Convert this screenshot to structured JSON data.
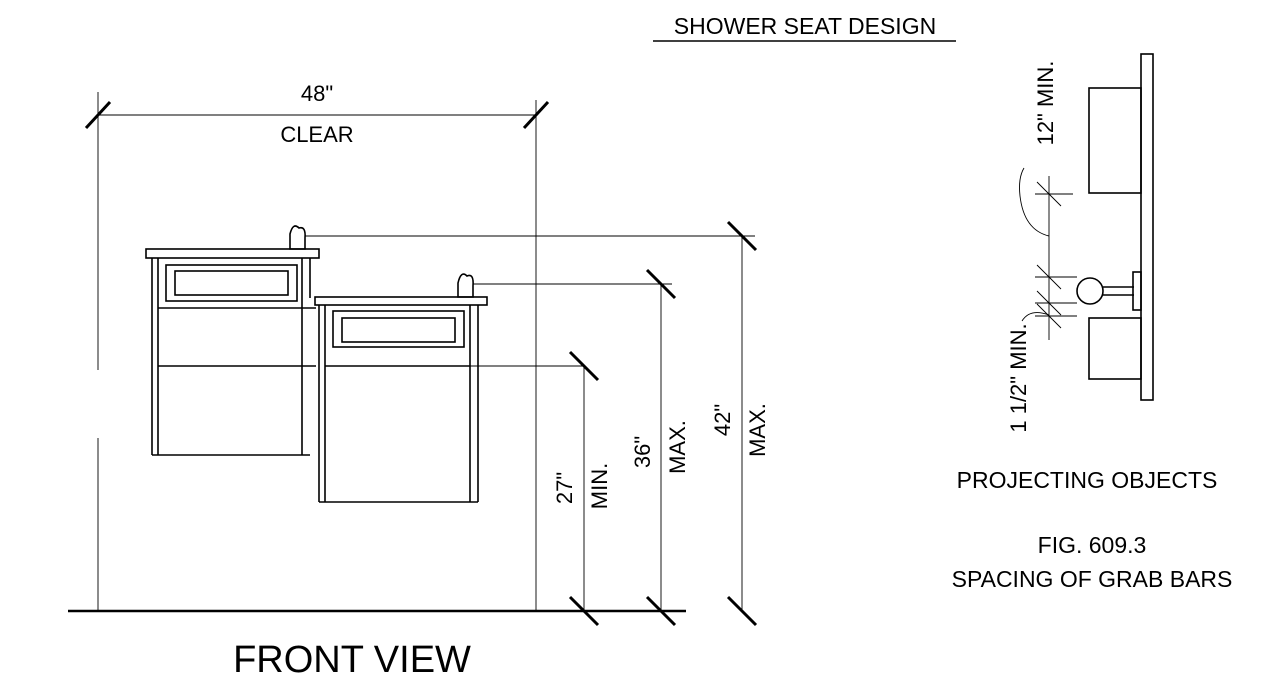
{
  "front_view": {
    "title": "FRONT VIEW",
    "clear_width": "48\"",
    "clear_label": "CLEAR",
    "dim_27": "27\"",
    "dim_27_note": "MIN.",
    "dim_36": "36\"",
    "dim_36_note": "MAX.",
    "dim_42": "42\"",
    "dim_42_note": "MAX."
  },
  "grab_bars": {
    "heading": "SHOWER SEAT DESIGN",
    "dim_12": "12\" MIN.",
    "dim_1_5": "1 1/2\" MIN.",
    "projecting": "PROJECTING OBJECTS",
    "fig_number": "FIG. 609.3",
    "fig_title": "SPACING OF GRAB BARS"
  }
}
